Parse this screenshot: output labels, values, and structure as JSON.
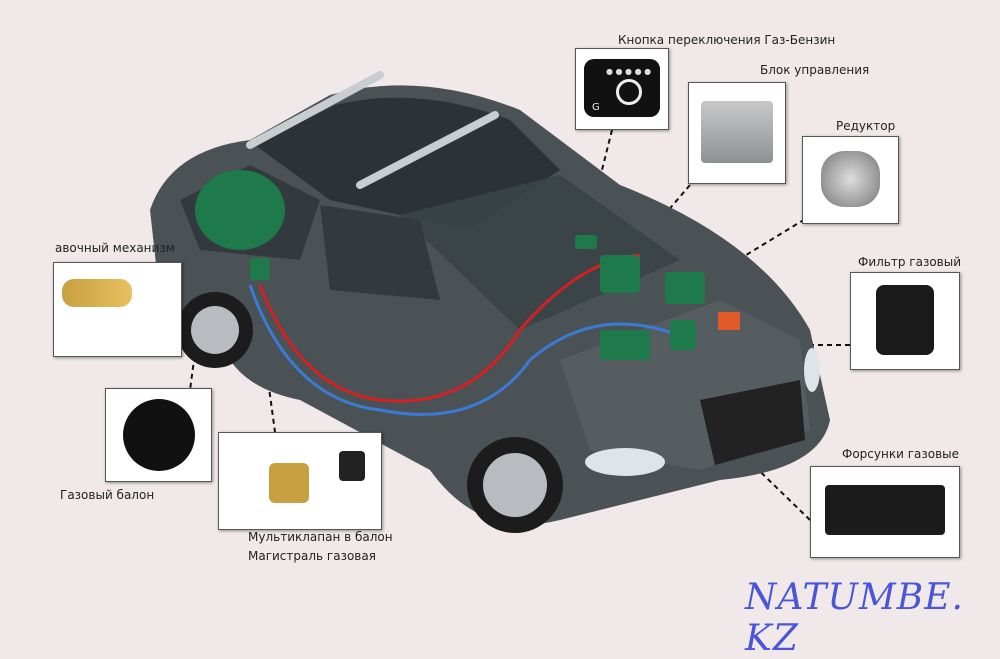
{
  "components": [
    {
      "id": "switch",
      "label": "Кнопка переключения Газ-Бензин",
      "icon": "gas-petrol-switch-icon"
    },
    {
      "id": "ecu",
      "label": "Блок управления",
      "icon": "control-unit-icon"
    },
    {
      "id": "reducer",
      "label": "Редуктор",
      "icon": "reducer-icon"
    },
    {
      "id": "filter",
      "label": "Фильтр газовый",
      "icon": "gas-filter-icon"
    },
    {
      "id": "injectors",
      "label": "Форсунки газовые",
      "icon": "gas-injectors-icon"
    },
    {
      "id": "filling",
      "label": "авочный механизм",
      "icon": "filling-mechanism-icon"
    },
    {
      "id": "tank",
      "label": "Газовый балон",
      "icon": "gas-tank-icon"
    },
    {
      "id": "multivalve",
      "label": "Мультиклапан в балон",
      "icon": "multivalve-icon"
    },
    {
      "id": "line",
      "label": "Магистраль газовая",
      "icon": "gas-line-icon"
    }
  ],
  "switch_letter": "G",
  "watermark": "NATUMBE. KZ",
  "colors": {
    "background": "#f1e9e9",
    "car_body": "#4a5256",
    "component_green": "#1e7a4a",
    "gas_line_red": "#d42020",
    "gas_line_blue": "#3a7bd5",
    "watermark": "#4a56d8"
  }
}
